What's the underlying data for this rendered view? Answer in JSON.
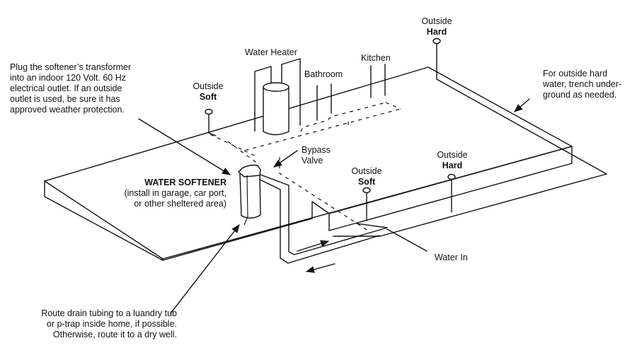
{
  "labels": {
    "outlet_note": [
      "Plug the softener’s transformer",
      "into an indoor 120 Volt. 60 Hz",
      "electrical outlet. If an outside",
      "outlet is used, be sure it has",
      "approved weather protection."
    ],
    "water_heater": "Water Heater",
    "bathroom": "Bathroom",
    "kitchen": "Kitchen",
    "outside_soft_top": {
      "line1": "Outside",
      "line2": "Soft"
    },
    "outside_hard_top": {
      "line1": "Outside",
      "line2": "Hard"
    },
    "trench_note": [
      "For outside hard",
      "water, trench under-",
      "ground as needed."
    ],
    "bypass_valve": [
      "Bypass",
      "Valve"
    ],
    "water_softener": {
      "title": "WATER SOFTENER",
      "note": [
        "(install in garage, car port,",
        "or other sheltered area)"
      ]
    },
    "outside_soft_mid": {
      "line1": "Outside",
      "line2": "Soft"
    },
    "outside_hard_mid": {
      "line1": "Outside",
      "line2": "Hard"
    },
    "water_in": "Water In",
    "drain_note": [
      "Route drain tubing to a luandry tub",
      "or p-trap inside home, if possible.",
      "Otherwise, route it to a dry well."
    ]
  }
}
